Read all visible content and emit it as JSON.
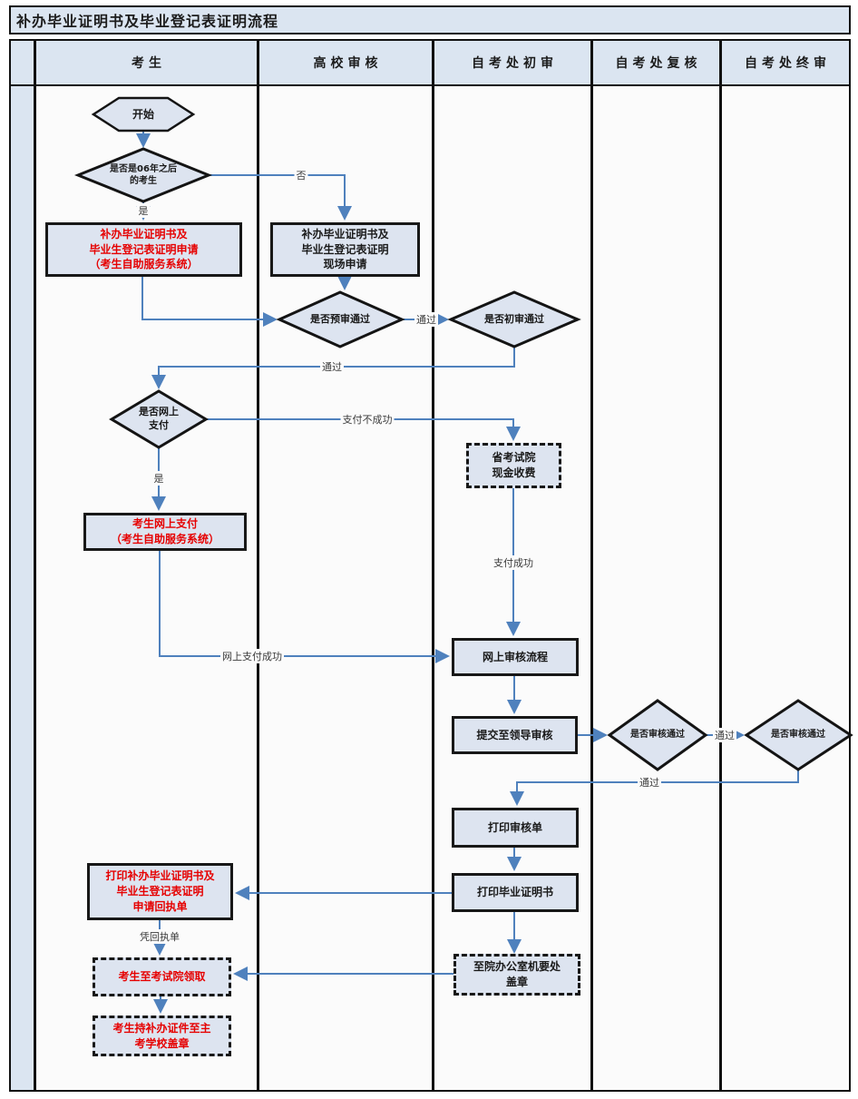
{
  "title": "补办毕业证明书及毕业登记表证明流程",
  "lanes": [
    {
      "label": "考生"
    },
    {
      "label": "高校审核"
    },
    {
      "label": "自考处初审"
    },
    {
      "label": "自考处复核"
    },
    {
      "label": "自考处终审"
    }
  ],
  "nodes": {
    "start": "开始",
    "is_after_2006": "是否是06年之后\n的考生",
    "apply_online": "补办毕业证明书及\n毕业生登记表证明申请\n（考生自助服务系统）",
    "apply_onsite": "补办毕业证明书及\n毕业生登记表证明\n现场申请",
    "pre_review_pass": "是否预审通过",
    "first_review_pass": "是否初审通过",
    "pay_online_question": "是否网上\n支付",
    "cash_pay": "省考试院\n现金收费",
    "pay_online": "考生网上支付\n（考生自助服务系统）",
    "online_review": "网上审核流程",
    "submit_leader": "提交至领导审核",
    "recheck_pass": "是否审核通过",
    "final_pass": "是否审核通过",
    "print_review_form": "打印审核单",
    "print_certificate": "打印毕业证明书",
    "print_receipt": "打印补办毕业证明书及\n毕业生登记表证明\n申请回执单",
    "office_seal": "至院办公室机要处\n盖章",
    "pickup": "考生至考试院领取",
    "school_seal": "考生持补办证件至主\n考学校盖章"
  },
  "edge_labels": {
    "no": "否",
    "yes": "是",
    "pass": "通过",
    "pay_fail": "支付不成功",
    "pay_success": "支付成功",
    "online_pay_success": "网上支付成功",
    "with_receipt": "凭回执单"
  },
  "colors": {
    "accent_red": "#e60000",
    "arrow_blue": "#4f81bd",
    "panel_blue": "#dbe5f1",
    "node_fill": "#dde4f0"
  }
}
